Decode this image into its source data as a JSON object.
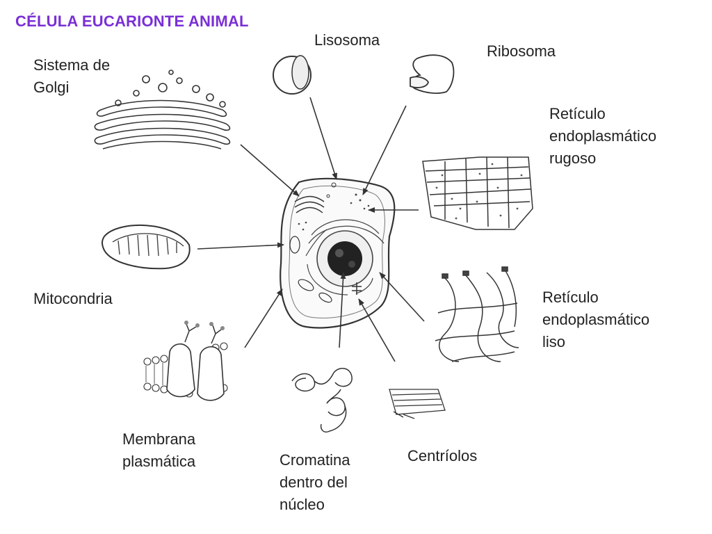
{
  "title": "CÉLULA EUCARIONTE ANIMAL",
  "colors": {
    "title": "#7a2fd6",
    "line": "#333333"
  },
  "labels": {
    "golgi": "Sistema de\nGolgi",
    "lisosoma": "Lisosoma",
    "ribosoma": "Ribosoma",
    "rer": "Retículo\nendoplasmático\nrugoso",
    "mitocondria": "Mitocondria",
    "rel": "Retículo\nendoplasmático\nliso",
    "membrana": "Membrana\nplasmática",
    "cromatina": "Cromatina\ndentro del\nnúcleo",
    "centriolos": "Centríolos"
  }
}
